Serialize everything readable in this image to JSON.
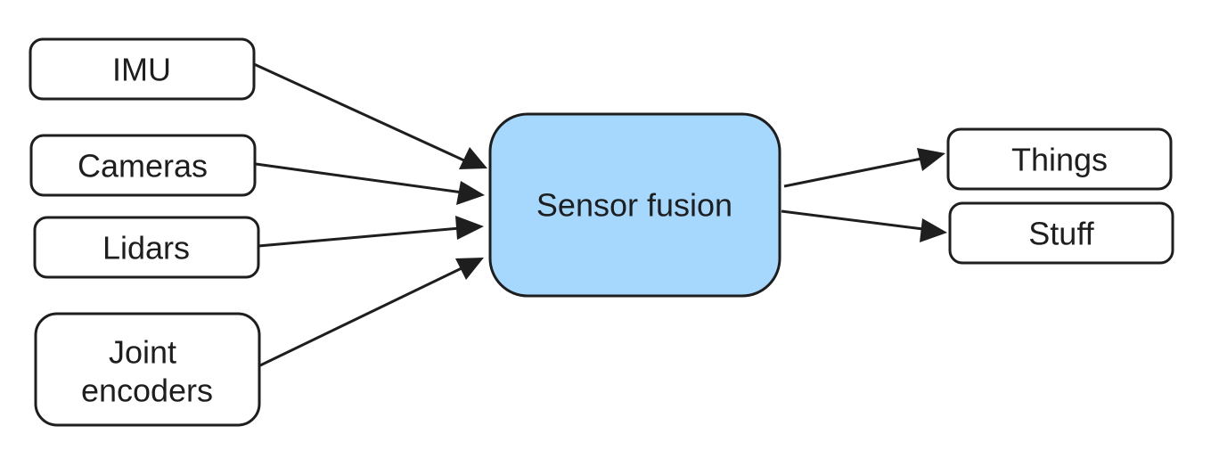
{
  "diagram": {
    "inputs": {
      "imu": "IMU",
      "cameras": "Cameras",
      "lidars": "Lidars",
      "joint_encoders_line1": "Joint",
      "joint_encoders_line2": "encoders"
    },
    "center": {
      "label": "Sensor fusion",
      "fill": "#a6d8fd"
    },
    "outputs": {
      "things": "Things",
      "stuff": "Stuff"
    },
    "edges": [
      {
        "from": "IMU",
        "to": "Sensor fusion"
      },
      {
        "from": "Cameras",
        "to": "Sensor fusion"
      },
      {
        "from": "Lidars",
        "to": "Sensor fusion"
      },
      {
        "from": "Joint encoders",
        "to": "Sensor fusion"
      },
      {
        "from": "Sensor fusion",
        "to": "Things"
      },
      {
        "from": "Sensor fusion",
        "to": "Stuff"
      }
    ],
    "colors": {
      "stroke": "#1e1e1e",
      "background": "#ffffff"
    }
  }
}
